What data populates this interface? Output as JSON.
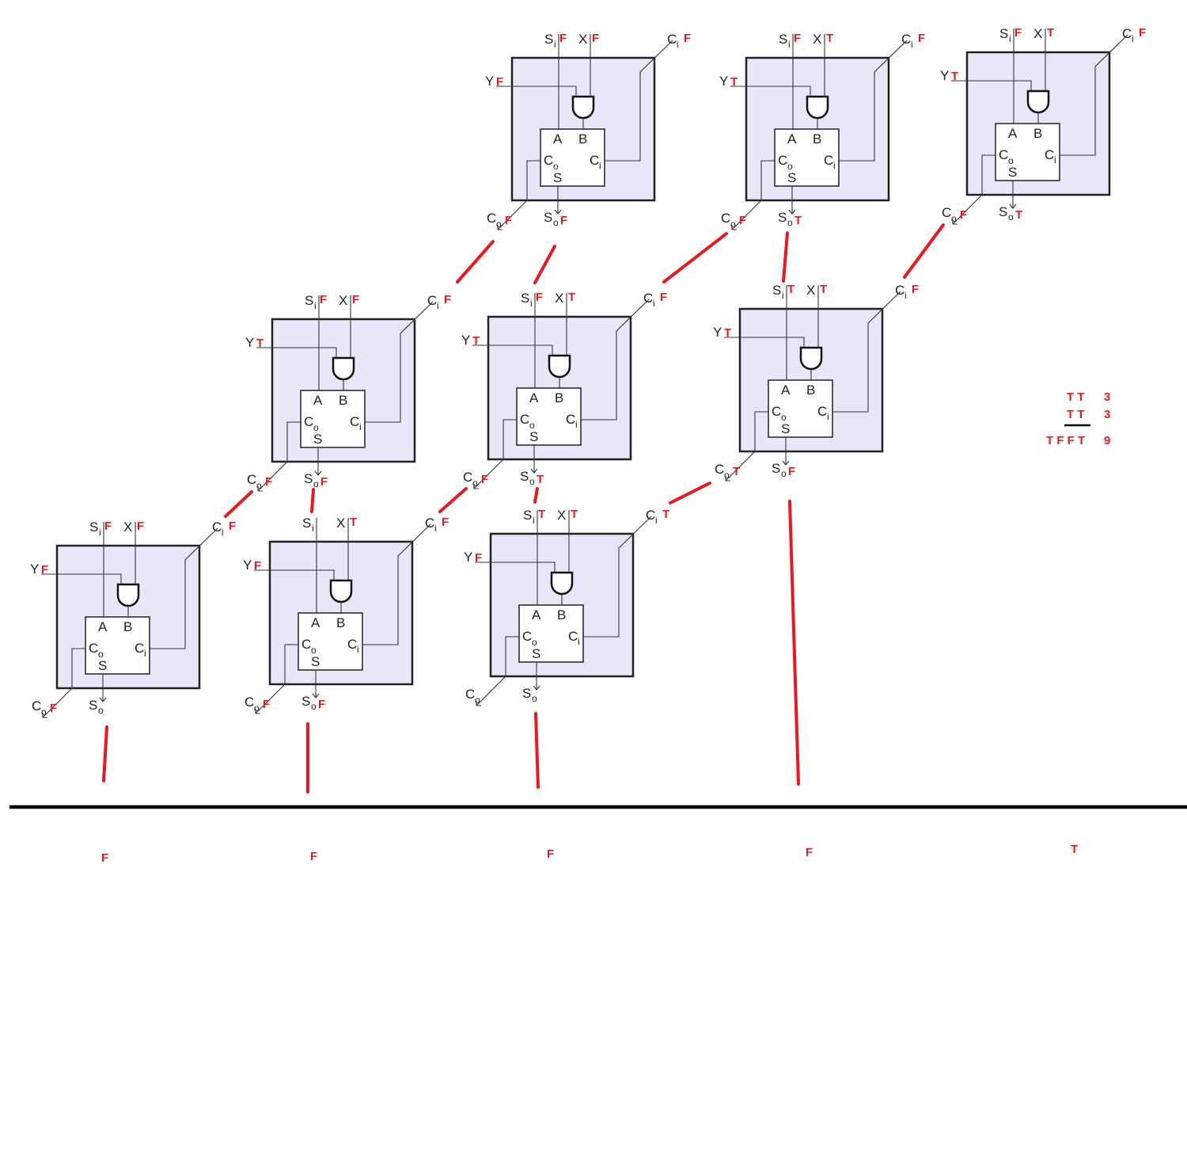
{
  "labels": {
    "S": "S",
    "X": "X",
    "Y": "Y",
    "C": "C",
    "A": "A",
    "B": "B",
    "i": "i",
    "o": "o"
  },
  "cells": [
    {
      "id": "r1c1",
      "si": "F",
      "x": "F",
      "y": "F",
      "ci": "F",
      "co": "F",
      "so": "F"
    },
    {
      "id": "r1c2",
      "si": "F",
      "x": "T",
      "y": "T",
      "ci": "F",
      "co": "F",
      "so": "T"
    },
    {
      "id": "r1c3",
      "si": "F",
      "x": "T",
      "y": "T",
      "ci": "F",
      "co": "F",
      "so": "T"
    },
    {
      "id": "r2c1",
      "si": "F",
      "x": "F",
      "y": "T",
      "ci": "F",
      "co": "F",
      "so": "F"
    },
    {
      "id": "r2c2",
      "si": "F",
      "x": "T",
      "y": "T",
      "ci": "F",
      "co": "F",
      "so": "T"
    },
    {
      "id": "r2c3",
      "si": "T",
      "x": "T",
      "y": "T",
      "ci": "F",
      "co": "T",
      "so": "F"
    },
    {
      "id": "r3c1",
      "si": "F",
      "x": "F",
      "y": "F",
      "ci": "F",
      "co": "F",
      "so": ""
    },
    {
      "id": "r3c2",
      "si": "",
      "x": "T",
      "y": "F",
      "ci": "F",
      "co": "F",
      "so": "F"
    },
    {
      "id": "r3c3",
      "si": "T",
      "x": "T",
      "y": "F",
      "ci": "T",
      "co": "",
      "so": ""
    }
  ],
  "results": [
    "F",
    "F",
    "F",
    "F",
    "T"
  ],
  "multiplication": {
    "row1": {
      "bits": "T T",
      "value": "3"
    },
    "row2": {
      "bits": "T T",
      "value": "3"
    },
    "product": {
      "bits": "T F F T",
      "value": "9"
    }
  }
}
